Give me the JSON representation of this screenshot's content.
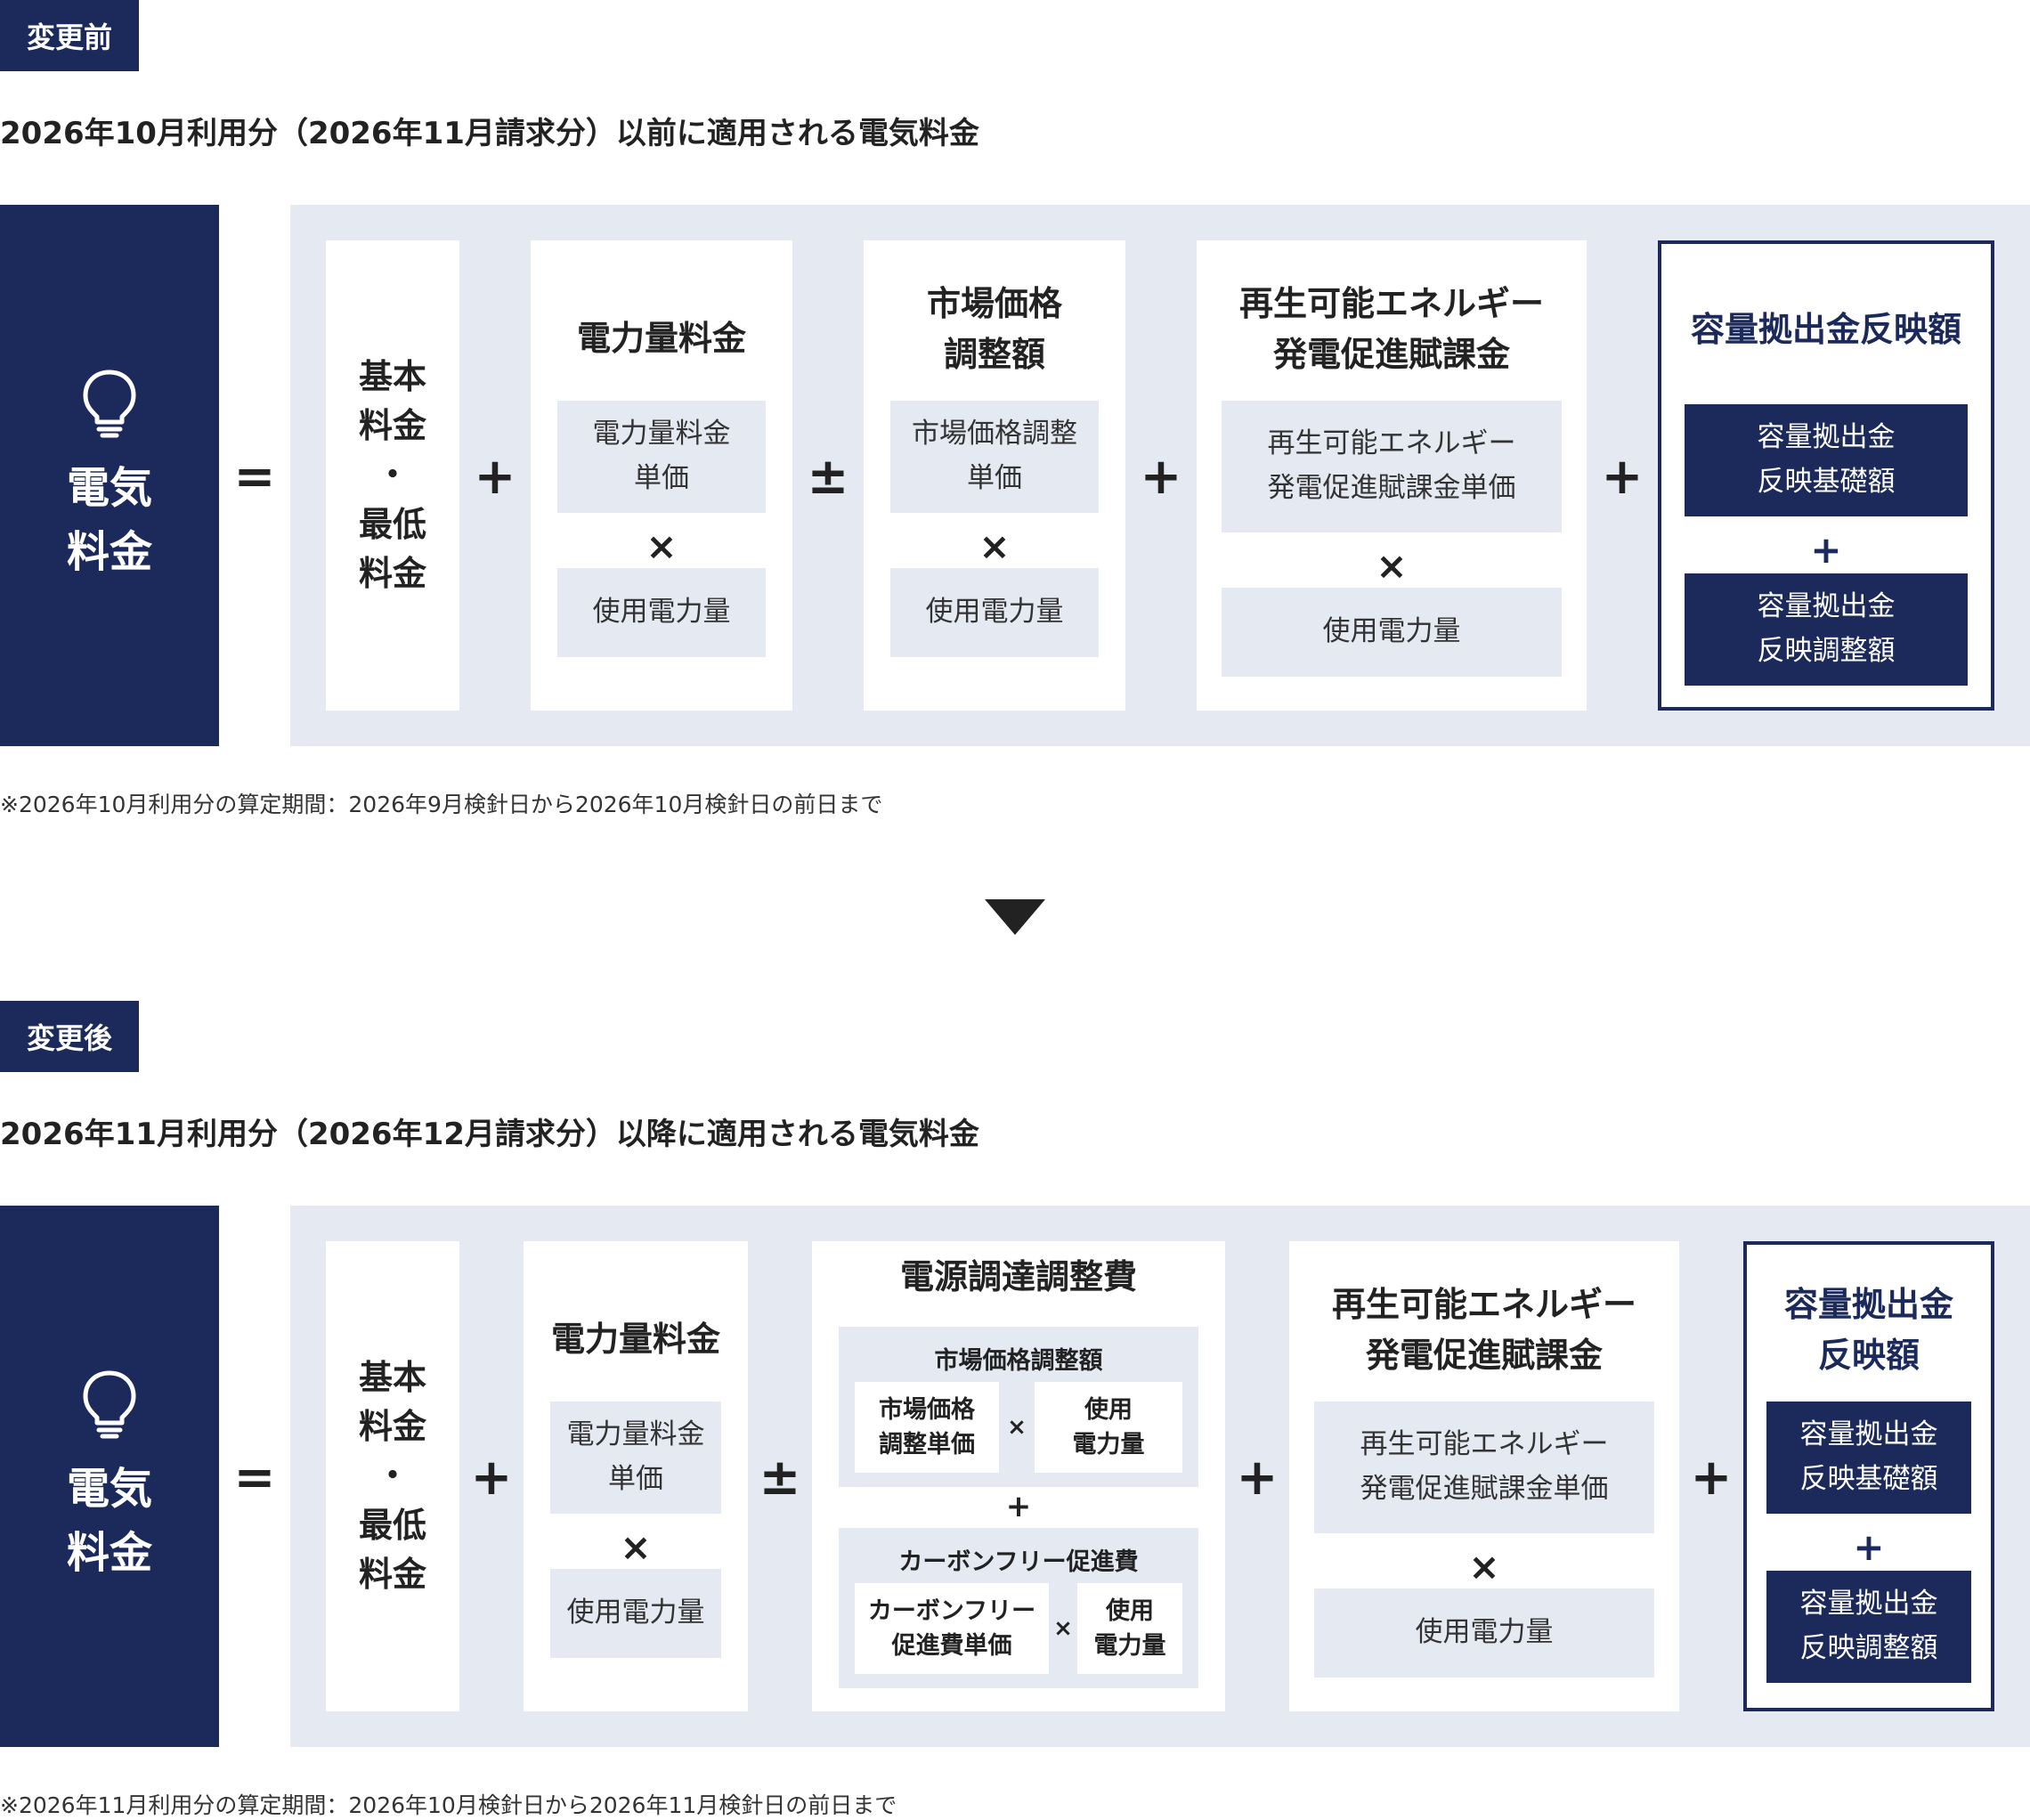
{
  "before": {
    "tag": "変更前",
    "heading": "2026年10月利用分（2026年11月請求分）以前に適用される電気料金",
    "left_label": [
      "電気",
      "料金"
    ],
    "equals": "=",
    "basic": [
      "基本",
      "料金",
      "・",
      "最低",
      "料金"
    ],
    "op1": "+",
    "energy": {
      "title": "電力量料金",
      "unit": [
        "電力量料金",
        "単価"
      ],
      "times": "×",
      "usage": "使用電力量"
    },
    "op2": "±",
    "market": {
      "title": [
        "市場価格",
        "調整額"
      ],
      "unit": [
        "市場価格調整",
        "単価"
      ],
      "times": "×",
      "usage": "使用電力量"
    },
    "op3": "+",
    "renew": {
      "title": [
        "再生可能エネルギー",
        "発電促進賦課金"
      ],
      "unit": [
        "再生可能エネルギー",
        "発電促進賦課金単価"
      ],
      "times": "×",
      "usage": "使用電力量"
    },
    "op4": "+",
    "capacity": {
      "title": "容量拠出金反映額",
      "base": [
        "容量拠出金",
        "反映基礎額"
      ],
      "plus": "+",
      "adjust": [
        "容量拠出金",
        "反映調整額"
      ]
    },
    "note": "※2026年10月利用分の算定期間：2026年9月検針日から2026年10月検針日の前日まで"
  },
  "after": {
    "tag": "変更後",
    "heading": "2026年11月利用分（2026年12月請求分）以降に適用される電気料金",
    "left_label": [
      "電気",
      "料金"
    ],
    "equals": "=",
    "basic": [
      "基本",
      "料金",
      "・",
      "最低",
      "料金"
    ],
    "op1": "+",
    "energy": {
      "title": "電力量料金",
      "unit": [
        "電力量料金",
        "単価"
      ],
      "times": "×",
      "usage": "使用電力量"
    },
    "op2": "±",
    "source": {
      "title": "電源調達調整費",
      "market": {
        "title": "市場価格調整額",
        "unit": [
          "市場価格",
          "調整単価"
        ],
        "times": "×",
        "usage": [
          "使用",
          "電力量"
        ]
      },
      "plus": "+",
      "carbon": {
        "title": "カーボンフリー促進費",
        "unit": [
          "カーボンフリー",
          "促進費単価"
        ],
        "times": "×",
        "usage": [
          "使用",
          "電力量"
        ]
      }
    },
    "op3": "+",
    "renew": {
      "title": [
        "再生可能エネルギー",
        "発電促進賦課金"
      ],
      "unit": [
        "再生可能エネルギー",
        "発電促進賦課金単価"
      ],
      "times": "×",
      "usage": "使用電力量"
    },
    "op4": "+",
    "capacity": {
      "title": [
        "容量拠出金",
        "反映額"
      ],
      "base": [
        "容量拠出金",
        "反映基礎額"
      ],
      "plus": "+",
      "adjust": [
        "容量拠出金",
        "反映調整額"
      ]
    },
    "note": "※2026年11月利用分の算定期間：2026年10月検針日から2026年11月検針日の前日まで"
  },
  "colors": {
    "navy": "#1b2a5a",
    "panel": "#e4e9f2",
    "text": "#222222"
  },
  "icons": {
    "bulb": "lightbulb-icon",
    "arrow": "triangle-down-icon"
  }
}
